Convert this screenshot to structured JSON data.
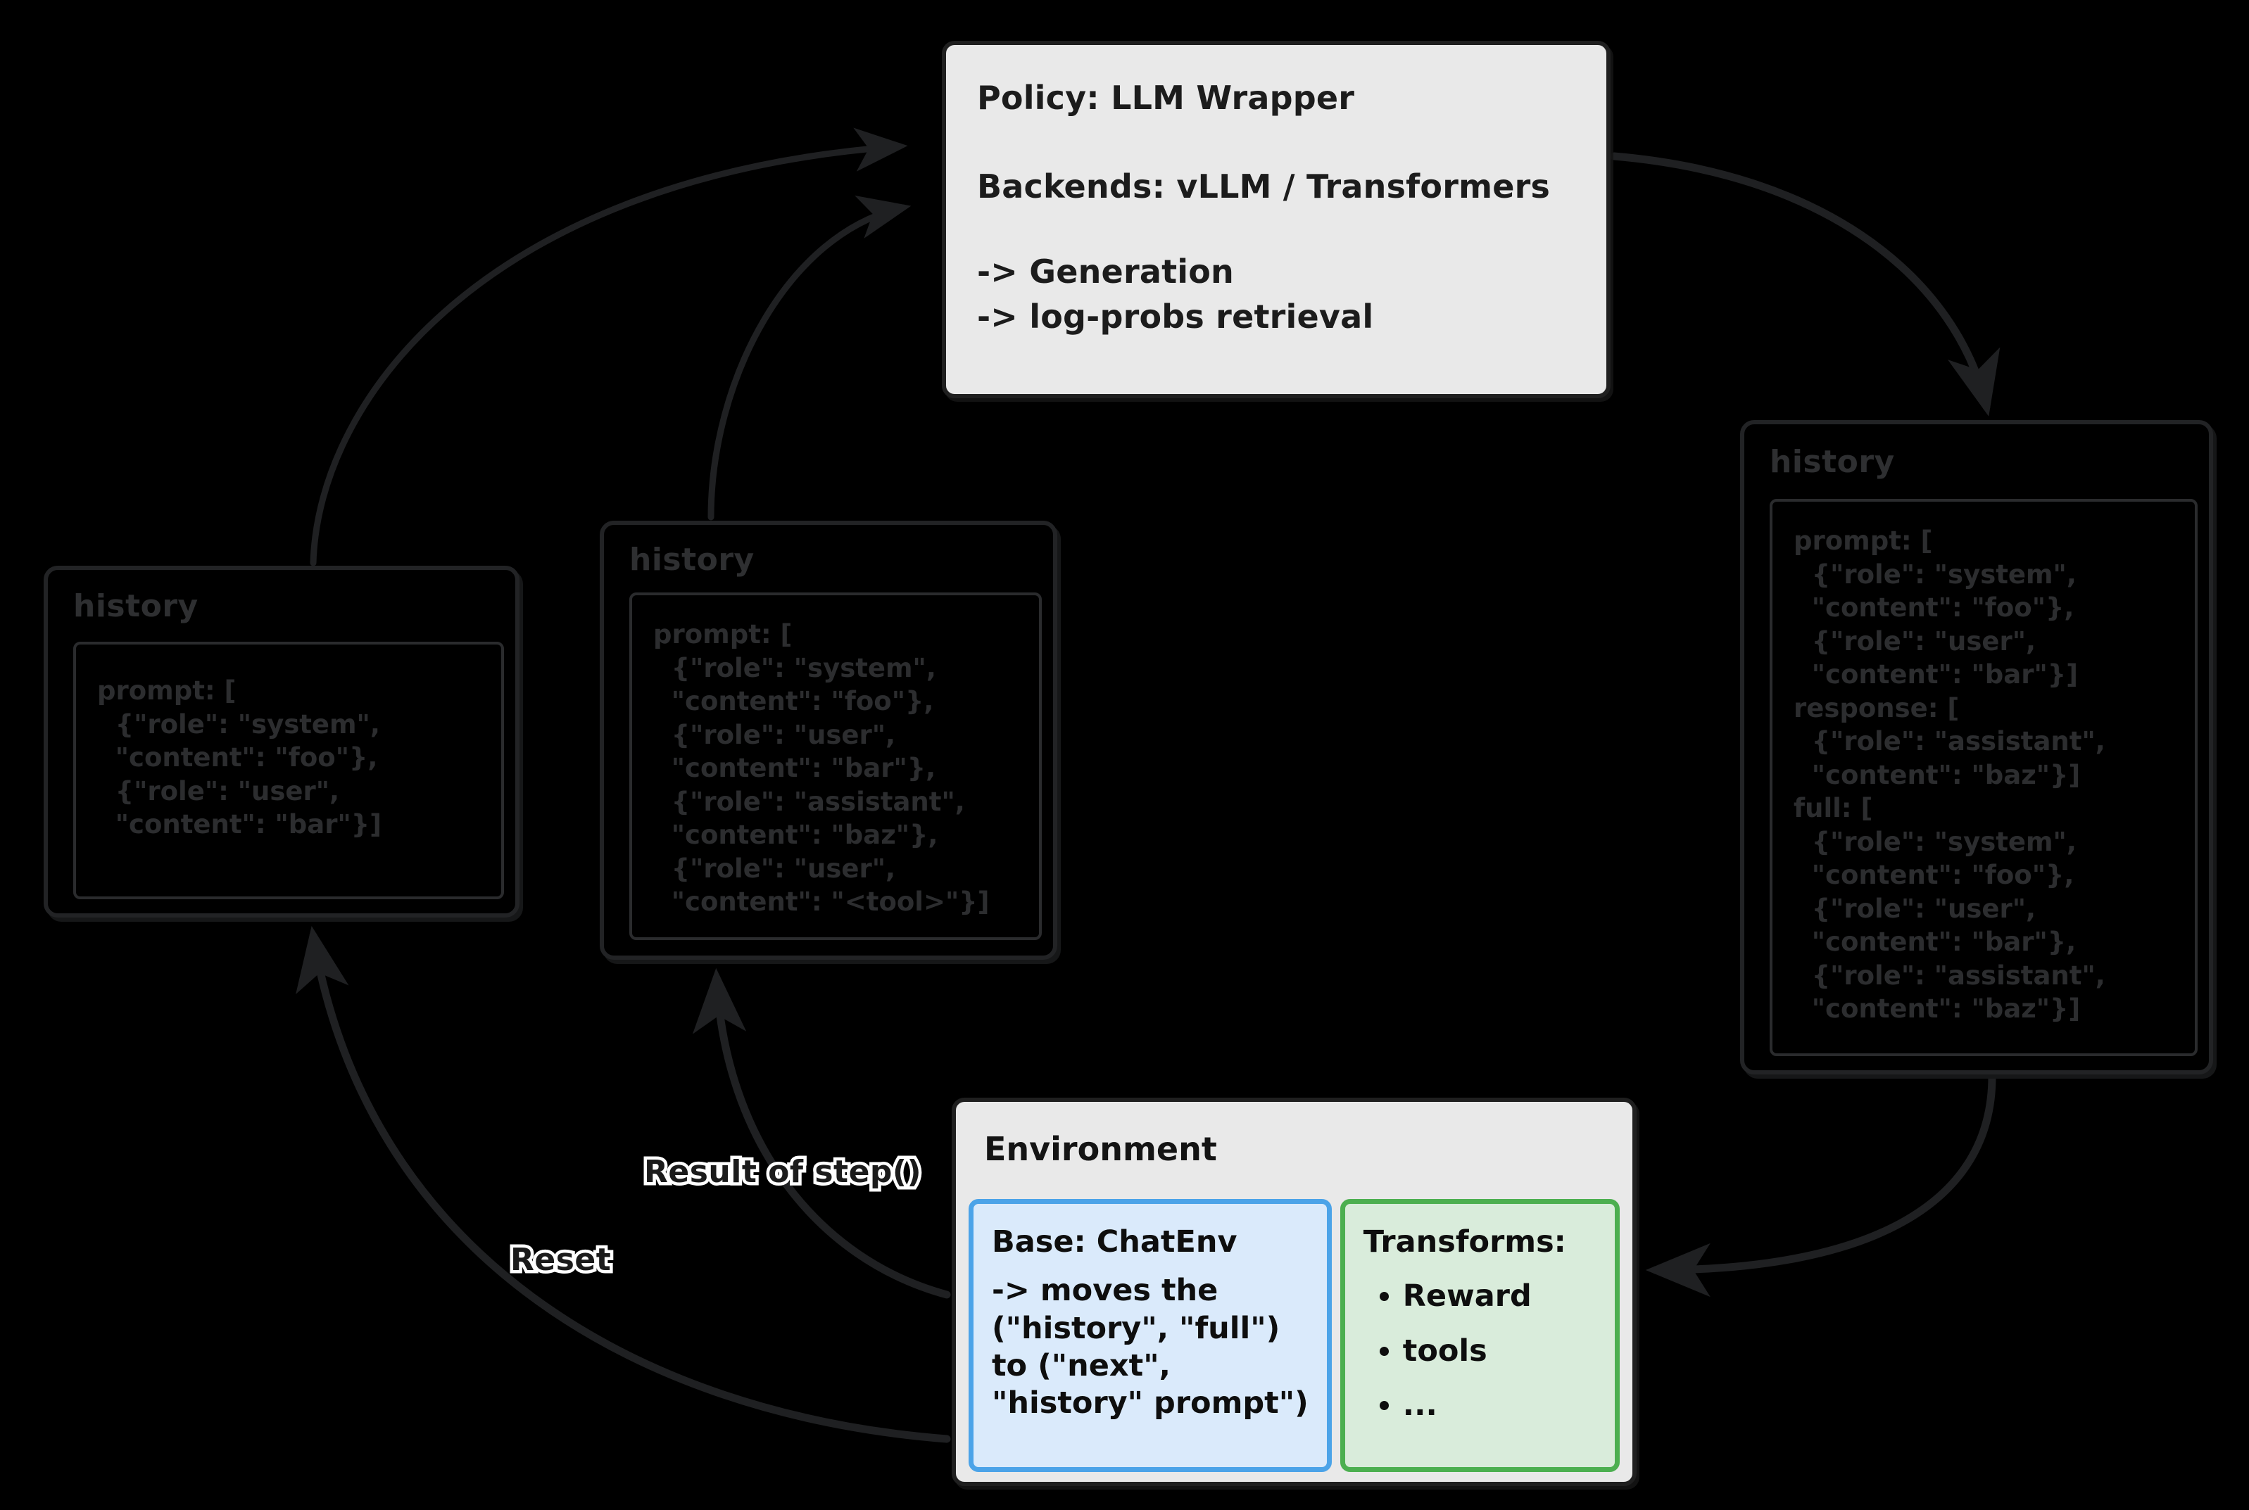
{
  "diagram": {
    "title": "RL loop: Policy / History / Environment",
    "background": "#000000",
    "accents": {
      "blue_border": "#4ba3e8",
      "blue_fill": "#daeafb",
      "green_border": "#4caf50",
      "green_fill": "#d9ecdb",
      "card_fill": "#e9e9e9",
      "edge_stroke": "#1f2022"
    }
  },
  "policy": {
    "line1": "Policy: LLM Wrapper",
    "line2": "Backends: vLLM / Transformers",
    "line3": "-> Generation",
    "line4": "-> log-probs retrieval"
  },
  "history_left": {
    "title": "history",
    "json": "prompt: [\n  {\"role\": \"system\",\n  \"content\": \"foo\"},\n  {\"role\": \"user\",\n  \"content\": \"bar\"}]"
  },
  "history_mid": {
    "title": "history",
    "json": "prompt: [\n  {\"role\": \"system\",\n  \"content\": \"foo\"},\n  {\"role\": \"user\",\n  \"content\": \"bar\"},\n  {\"role\": \"assistant\",\n  \"content\": \"baz\"},\n  {\"role\": \"user\",\n  \"content\": \"<tool>\"}]"
  },
  "history_right": {
    "title": "history",
    "json": "prompt: [\n  {\"role\": \"system\",\n  \"content\": \"foo\"},\n  {\"role\": \"user\",\n  \"content\": \"bar\"}]\nresponse: [\n  {\"role\": \"assistant\",\n  \"content\": \"baz\"}]\nfull: [\n  {\"role\": \"system\",\n  \"content\": \"foo\"},\n  {\"role\": \"user\",\n  \"content\": \"bar\"},\n  {\"role\": \"assistant\",\n  \"content\": \"baz\"}]"
  },
  "environment": {
    "title": "Environment",
    "base": {
      "header": "Base: ChatEnv",
      "body": "-> moves the\n(\"history\", \"full\")\nto (\"next\",\n\"history\" prompt\")"
    },
    "transforms": {
      "header": "Transforms:",
      "items": [
        "Reward",
        "tools",
        "..."
      ]
    }
  },
  "edges": {
    "step_label": "Result of step()",
    "reset_label": "Reset"
  }
}
